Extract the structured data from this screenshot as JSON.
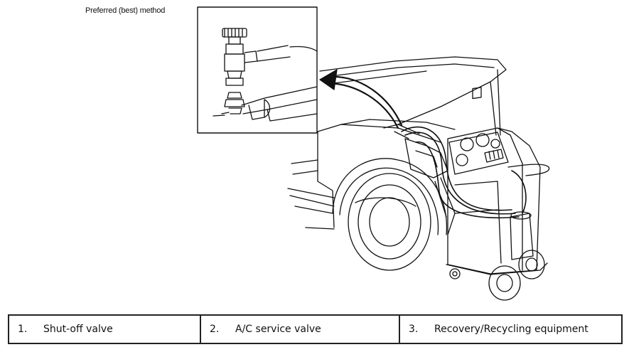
{
  "figure": {
    "inset_caption": "Preferred (best) method"
  },
  "legend": [
    {
      "number": "1.",
      "label": "Shut-off valve"
    },
    {
      "number": "2.",
      "label": "A/C service valve"
    },
    {
      "number": "3.",
      "label": "Recovery/Recycling equipment"
    }
  ]
}
